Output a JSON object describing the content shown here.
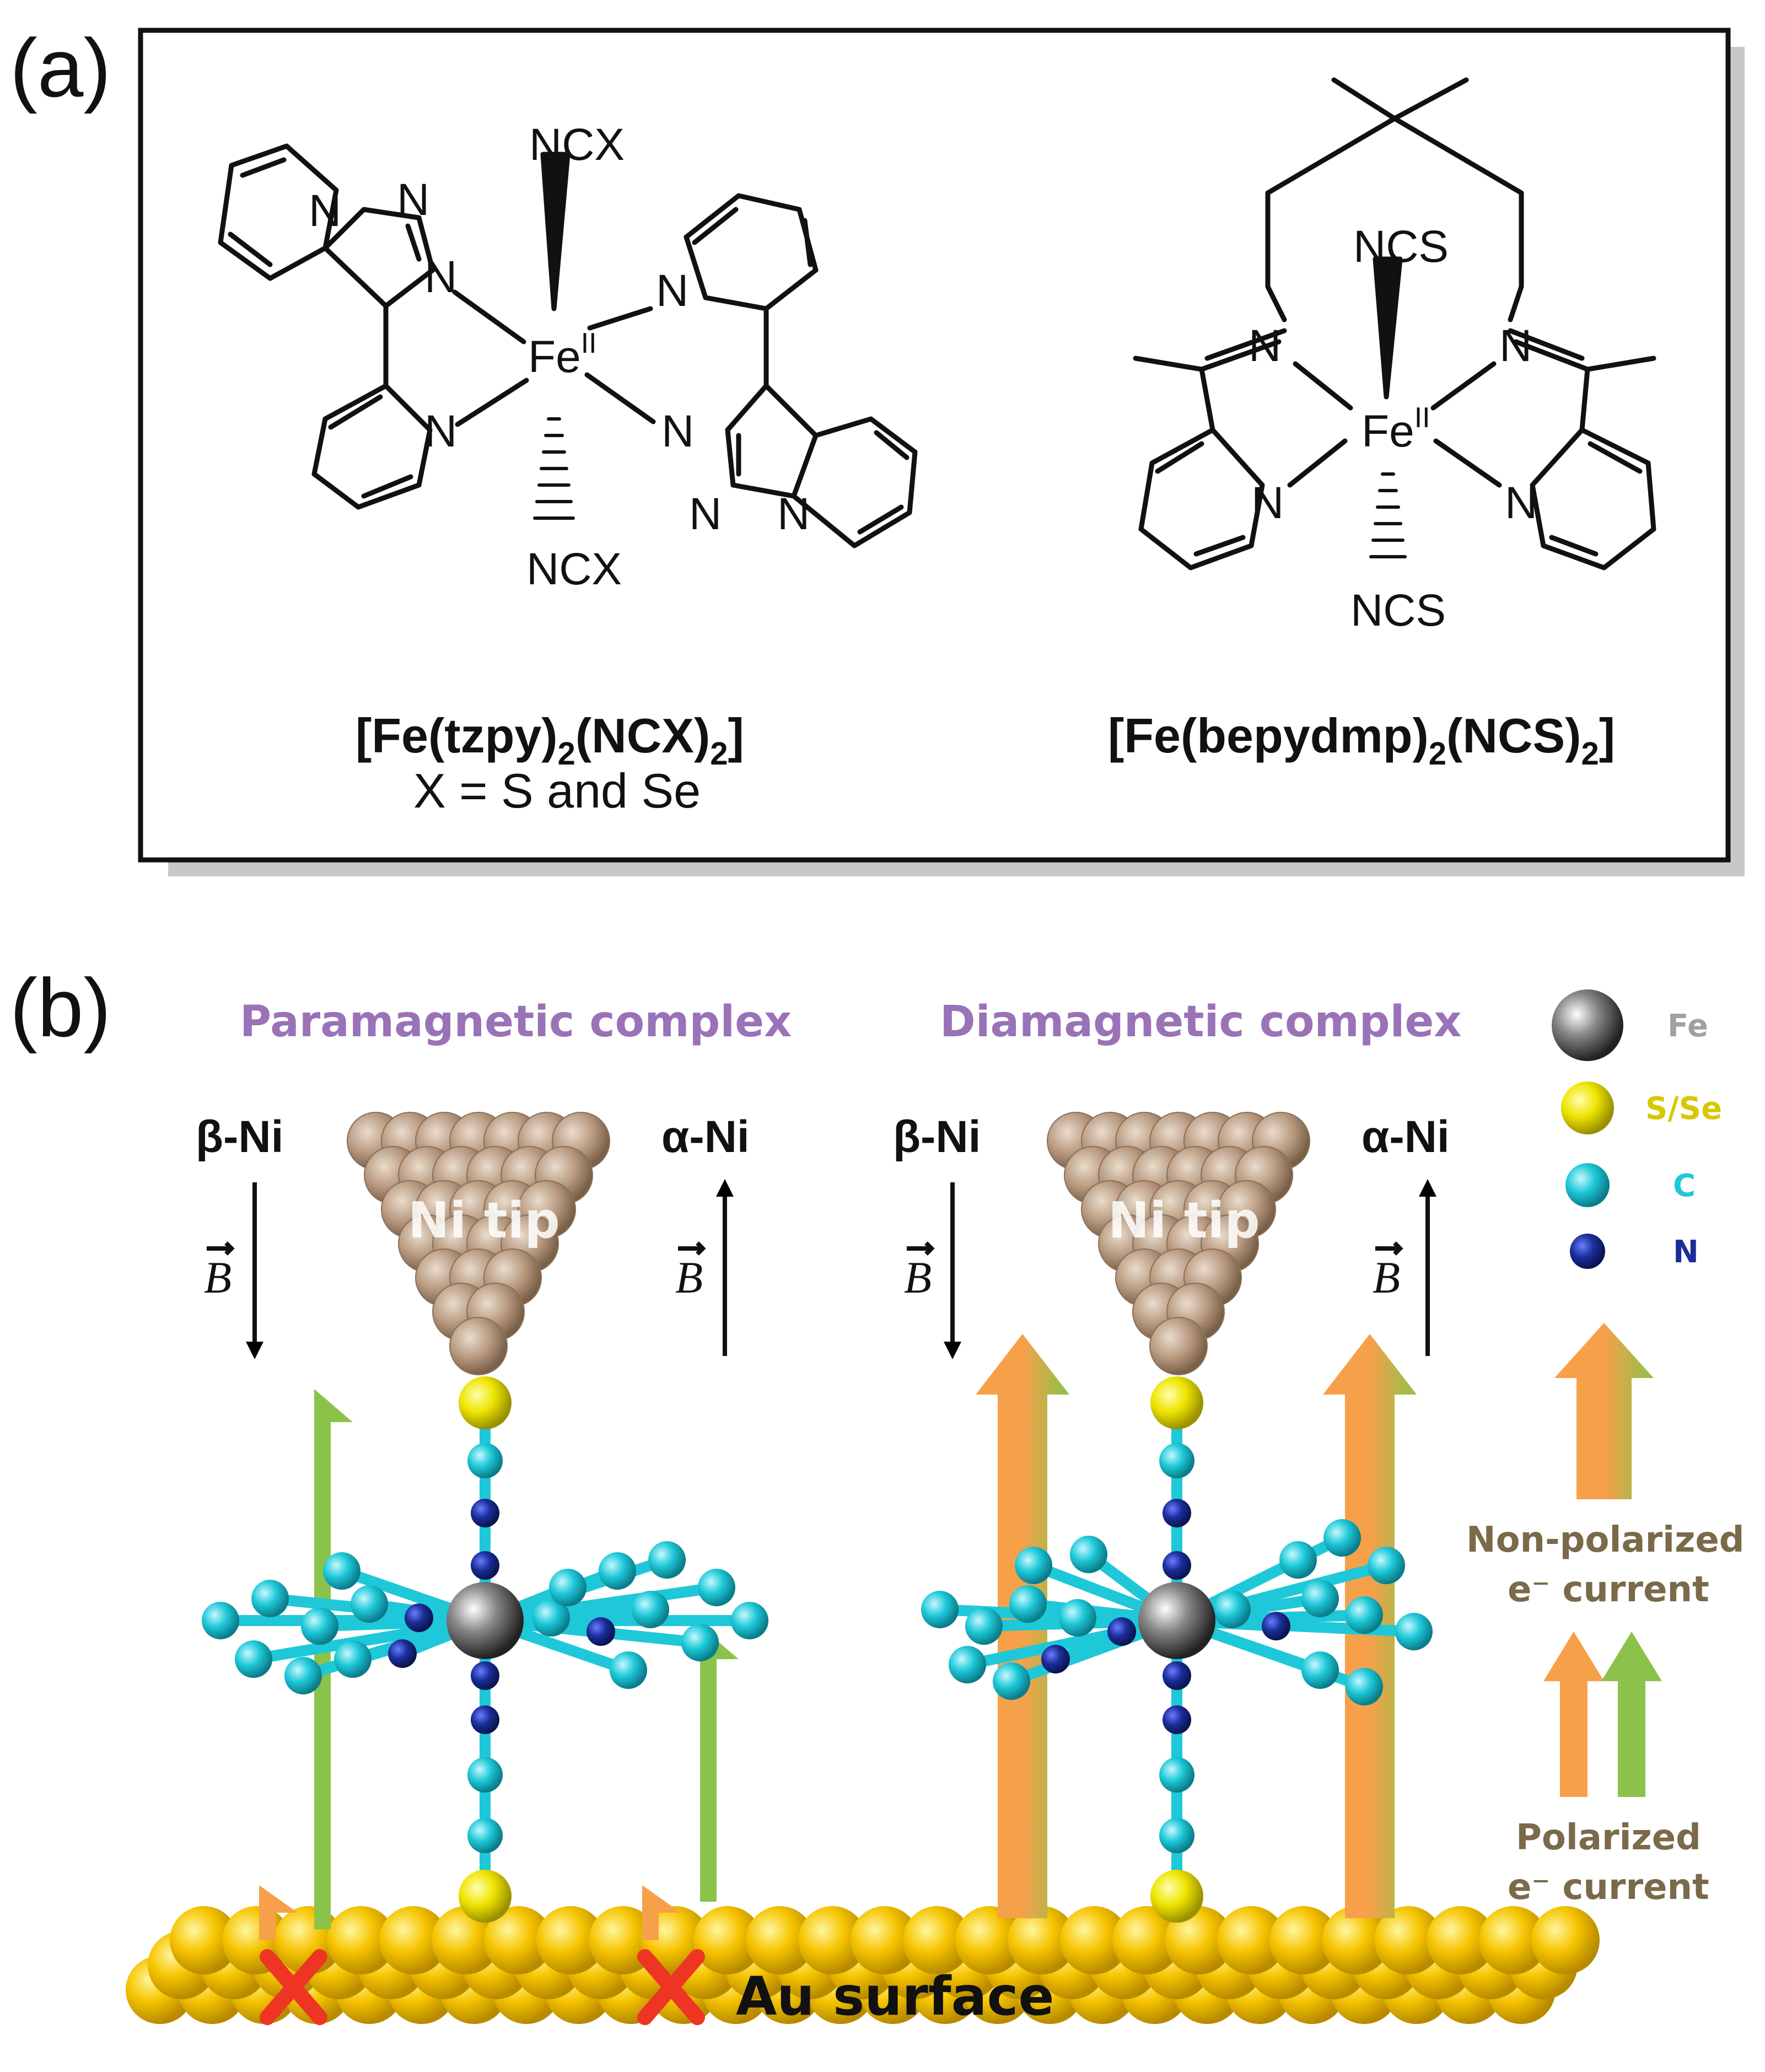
{
  "panel_a": {
    "tag": "(a)",
    "complex1": {
      "name_main": "[Fe(tzpy)",
      "name_sub1": "2",
      "name_mid": "(NCX)",
      "name_sub2": "2",
      "name_end": "]",
      "subtitle": "X = S and Se",
      "top_ligand": "NCX",
      "bottom_ligand": "NCX",
      "metal": "Fe",
      "metal_sup": "II",
      "atom_N": "N"
    },
    "complex2": {
      "name_main": "[Fe(bepydmp)",
      "name_sub1": "2",
      "name_mid": "(NCS)",
      "name_sub2": "2",
      "name_end": "]",
      "top_ligand": "NCS",
      "bottom_ligand": "NCS",
      "metal": "Fe",
      "metal_sup": "II",
      "atom_N": "N"
    }
  },
  "panel_b": {
    "tag": "(b)",
    "title_left": "Paramagnetic complex",
    "title_right": "Diamagnetic complex",
    "beta_label": "β-Ni",
    "alpha_label": "α-Ni",
    "field_label": "B",
    "tip_label": "Ni tip",
    "surface_label": "Au surface",
    "legend": {
      "fe": "Fe",
      "sse": "S/Se",
      "c": "C",
      "n": "N",
      "nonpol_line1": "Non-polarized",
      "nonpol_line2": "e⁻ current",
      "pol_line1": "Polarized",
      "pol_line2": "e⁻ current"
    },
    "colors": {
      "title": "#9a72b8",
      "fe": "#555555",
      "sse": "#e6e000",
      "c": "#1ec8d8",
      "n": "#1a2e9a",
      "gold": "#f6c400",
      "tip": "#b89a80",
      "green": "#8bc34a",
      "orange": "#f7a04a",
      "cross": "#ee3524",
      "legend_text": "#7a6a4a"
    }
  }
}
